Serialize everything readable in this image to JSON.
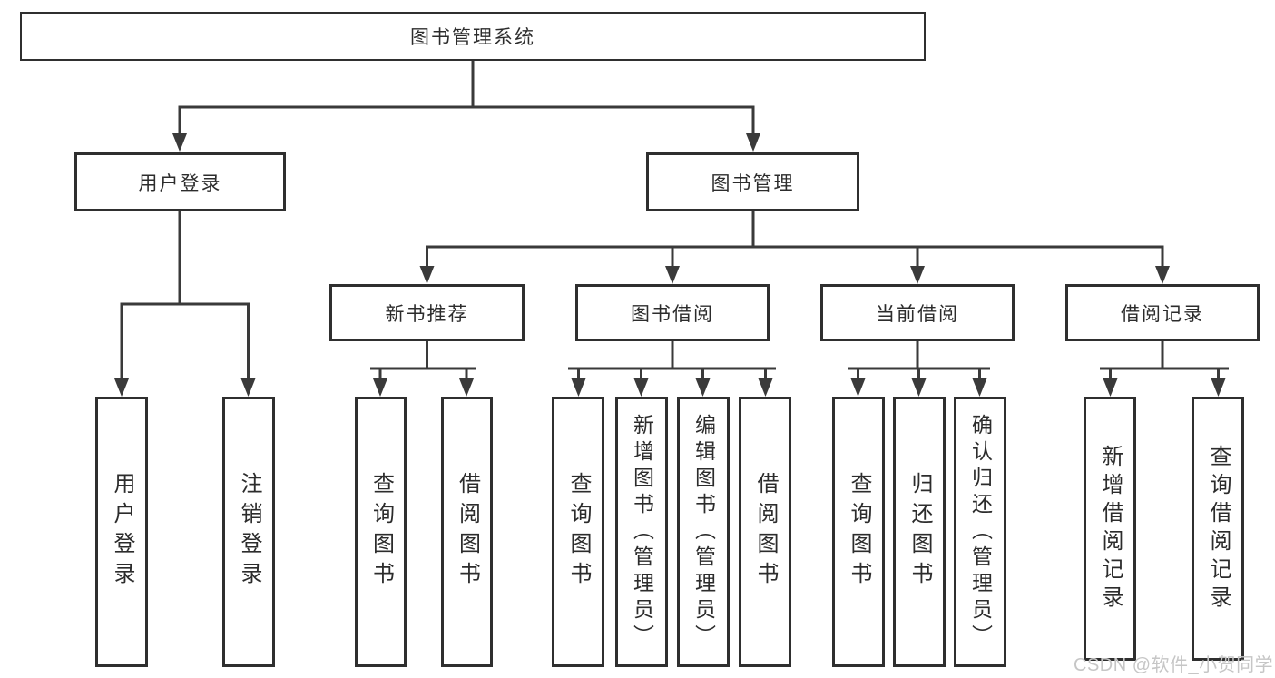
{
  "diagram": {
    "root": {
      "label": "图书管理系统"
    },
    "level2": [
      {
        "label": "用户登录"
      },
      {
        "label": "图书管理"
      }
    ],
    "level3": [
      {
        "label": "新书推荐"
      },
      {
        "label": "图书借阅"
      },
      {
        "label": "当前借阅"
      },
      {
        "label": "借阅记录"
      }
    ],
    "leaves": {
      "user_login": [
        "用户登录",
        "注销登录"
      ],
      "new_book": [
        "查询图书",
        "借阅图书"
      ],
      "book_borrow": [
        "查询图书",
        "新增图书（管理员）",
        "编辑图书（管理员）",
        "借阅图书"
      ],
      "current_borrow": [
        "查询图书",
        "归还图书",
        "确认归还（管理员）"
      ],
      "borrow_records": [
        "新增借阅记录",
        "查询借阅记录"
      ]
    }
  },
  "watermark": {
    "text": "CSDN @软件_小贺同学"
  },
  "colors": {
    "line": "#3a3a3a",
    "box_border": "#2f2f2f",
    "text": "#2c2c2c",
    "background": "#ffffff",
    "watermark": "#c6c6c6"
  }
}
